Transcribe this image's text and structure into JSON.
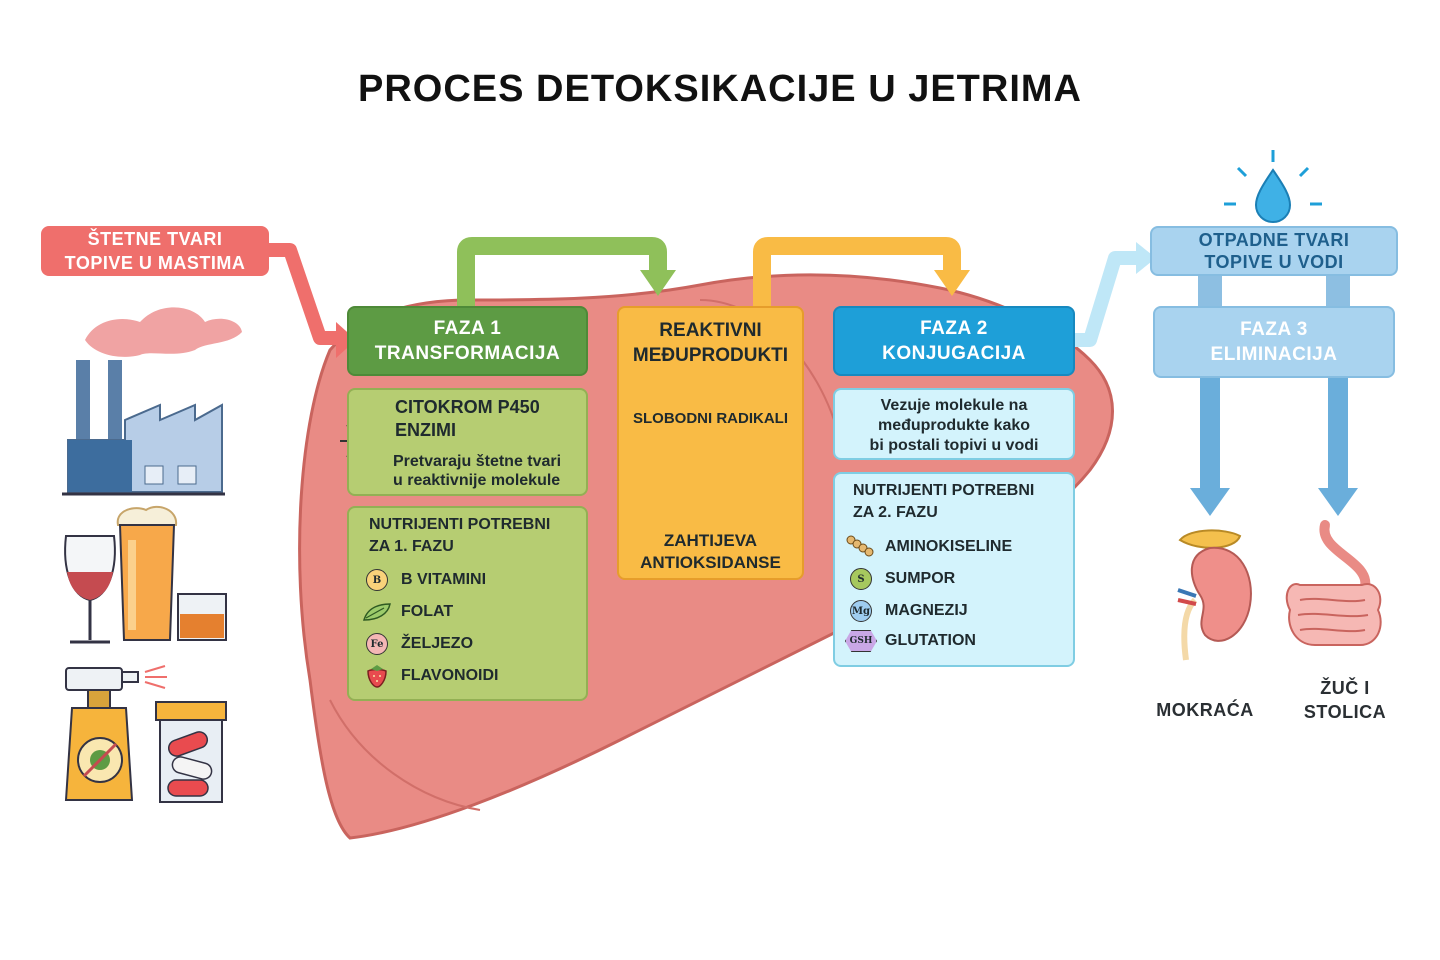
{
  "title": "PROCES DETOKSIKACIJE U JETRIMA",
  "input": {
    "line1": "ŠTETNE TVARI",
    "line2": "TOPIVE U MASTIMA"
  },
  "phase1": {
    "header_line1": "FAZA 1",
    "header_line2": "TRANSFORMACIJA",
    "enzyme_line1": "CITOKROM P450",
    "enzyme_line2": "ENZIMI",
    "desc_line1": "Pretvaraju štetne tvari",
    "desc_line2": "u reaktivnije molekule",
    "nutrients_line1": "NUTRIJENTI POTREBNI",
    "nutrients_line2": "ZA 1. FAZU",
    "nutrients": [
      {
        "label": "B VITAMINI",
        "icon": "vitamin-b-icon",
        "badge": "B"
      },
      {
        "label": "FOLAT",
        "icon": "leaf-icon"
      },
      {
        "label": "ŽELJEZO",
        "icon": "iron-icon",
        "badge": "Fe"
      },
      {
        "label": "FLAVONOIDI",
        "icon": "strawberry-icon"
      }
    ]
  },
  "intermediates": {
    "header_line1": "REAKTIVNI",
    "header_line2": "MEĐUPRODUKTI",
    "radicals": "SLOBODNI RADIKALI",
    "antioxidants_line1": "ZAHTIJEVA",
    "antioxidants_line2": "ANTIOKSIDANSE"
  },
  "phase2": {
    "header_line1": "FAZA 2",
    "header_line2": "KONJUGACIJA",
    "desc_line1": "Vezuje molekule na",
    "desc_line2": "međuprodukte kako",
    "desc_line3": "bi postali topivi u vodi",
    "nutrients_line1": "NUTRIJENTI POTREBNI",
    "nutrients_line2": "ZA 2. FAZU",
    "nutrients": [
      {
        "label": "AMINOKISELINE",
        "icon": "amino-acid-chain-icon"
      },
      {
        "label": "SUMPOR",
        "icon": "sulfur-icon",
        "badge": "S"
      },
      {
        "label": "MAGNEZIJ",
        "icon": "magnesium-icon",
        "badge": "Mg"
      },
      {
        "label": "GLUTATION",
        "icon": "glutathione-icon",
        "badge": "GSH"
      }
    ]
  },
  "output": {
    "line1": "OTPADNE TVARI",
    "line2": "TOPIVE U VODI"
  },
  "phase3": {
    "header_line1": "FAZA 3",
    "header_line2": "ELIMINACIJA",
    "exit1": "MOKRAĆA",
    "exit2_line1": "ŽUČ I",
    "exit2_line2": "STOLICA"
  },
  "colors": {
    "input": "#ef6f6c",
    "phase1": "#5d9b44",
    "phase1_light": "#b6cd72",
    "intermediates": "#f9bb45",
    "phase2": "#1e9fd8",
    "phase2_light": "#d3f3fc",
    "phase3": "#a9d3ef",
    "liver": "#e98b85"
  }
}
